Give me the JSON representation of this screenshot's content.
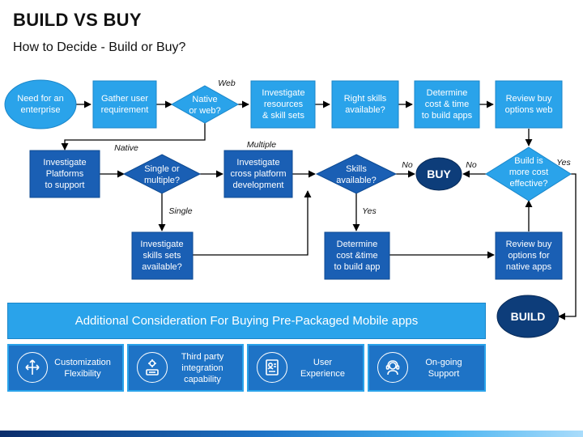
{
  "page": {
    "title": "BUILD VS BUY",
    "subtitle": "How to Decide - Build or Buy?"
  },
  "flow": {
    "start": [
      "Need for an",
      "enterprise"
    ],
    "gather": [
      "Gather user",
      "requirement"
    ],
    "native_or_web": [
      "Native",
      "or web?"
    ],
    "investigate_resources": [
      "Investigate",
      "resources",
      "& skill sets"
    ],
    "right_skills": [
      "Right skills",
      "available?"
    ],
    "cost_time_build": [
      "Determine",
      "cost & time",
      "to build apps"
    ],
    "review_buy_web": [
      "Review buy",
      "options web"
    ],
    "investigate_platforms": [
      "Investigate",
      "Platforms",
      "to support"
    ],
    "single_multiple": [
      "Single or",
      "multiple?"
    ],
    "cross_platform": [
      "Investigate",
      "cross platform",
      "development"
    ],
    "skills_available": [
      "Skills",
      "available?"
    ],
    "buy": "BUY",
    "build_cost_effective": [
      "Build is",
      "more cost",
      "effective?"
    ],
    "investigate_skills_sets": [
      "Investigate",
      "skills sets",
      "available?"
    ],
    "cost_time_build_app": [
      "Determine",
      "cost &time",
      "to build app"
    ],
    "review_buy_native": [
      "Review buy",
      "options for",
      "native apps"
    ],
    "build": "BUILD",
    "labels": {
      "web": "Web",
      "native": "Native",
      "multiple": "Multiple",
      "single": "Single",
      "no_skills": "No",
      "yes_skills": "Yes",
      "no_build": "No",
      "yes_build": "Yes"
    }
  },
  "consideration": {
    "banner": "Additional Consideration For Buying Pre-Packaged Mobile apps",
    "items": [
      {
        "label": "Customization\nFlexibility",
        "icon": "customization-arrows-icon"
      },
      {
        "label": "Third party\nintegration\ncapability",
        "icon": "integration-icon"
      },
      {
        "label": "User\nExperience",
        "icon": "user-profile-icon"
      },
      {
        "label": "On-going\nSupport",
        "icon": "support-headset-icon"
      }
    ]
  },
  "colors": {
    "light_blue": "#2aa3ea",
    "dark_blue": "#1a5fb4",
    "navy": "#0d3d7a",
    "connector": "#000000"
  }
}
